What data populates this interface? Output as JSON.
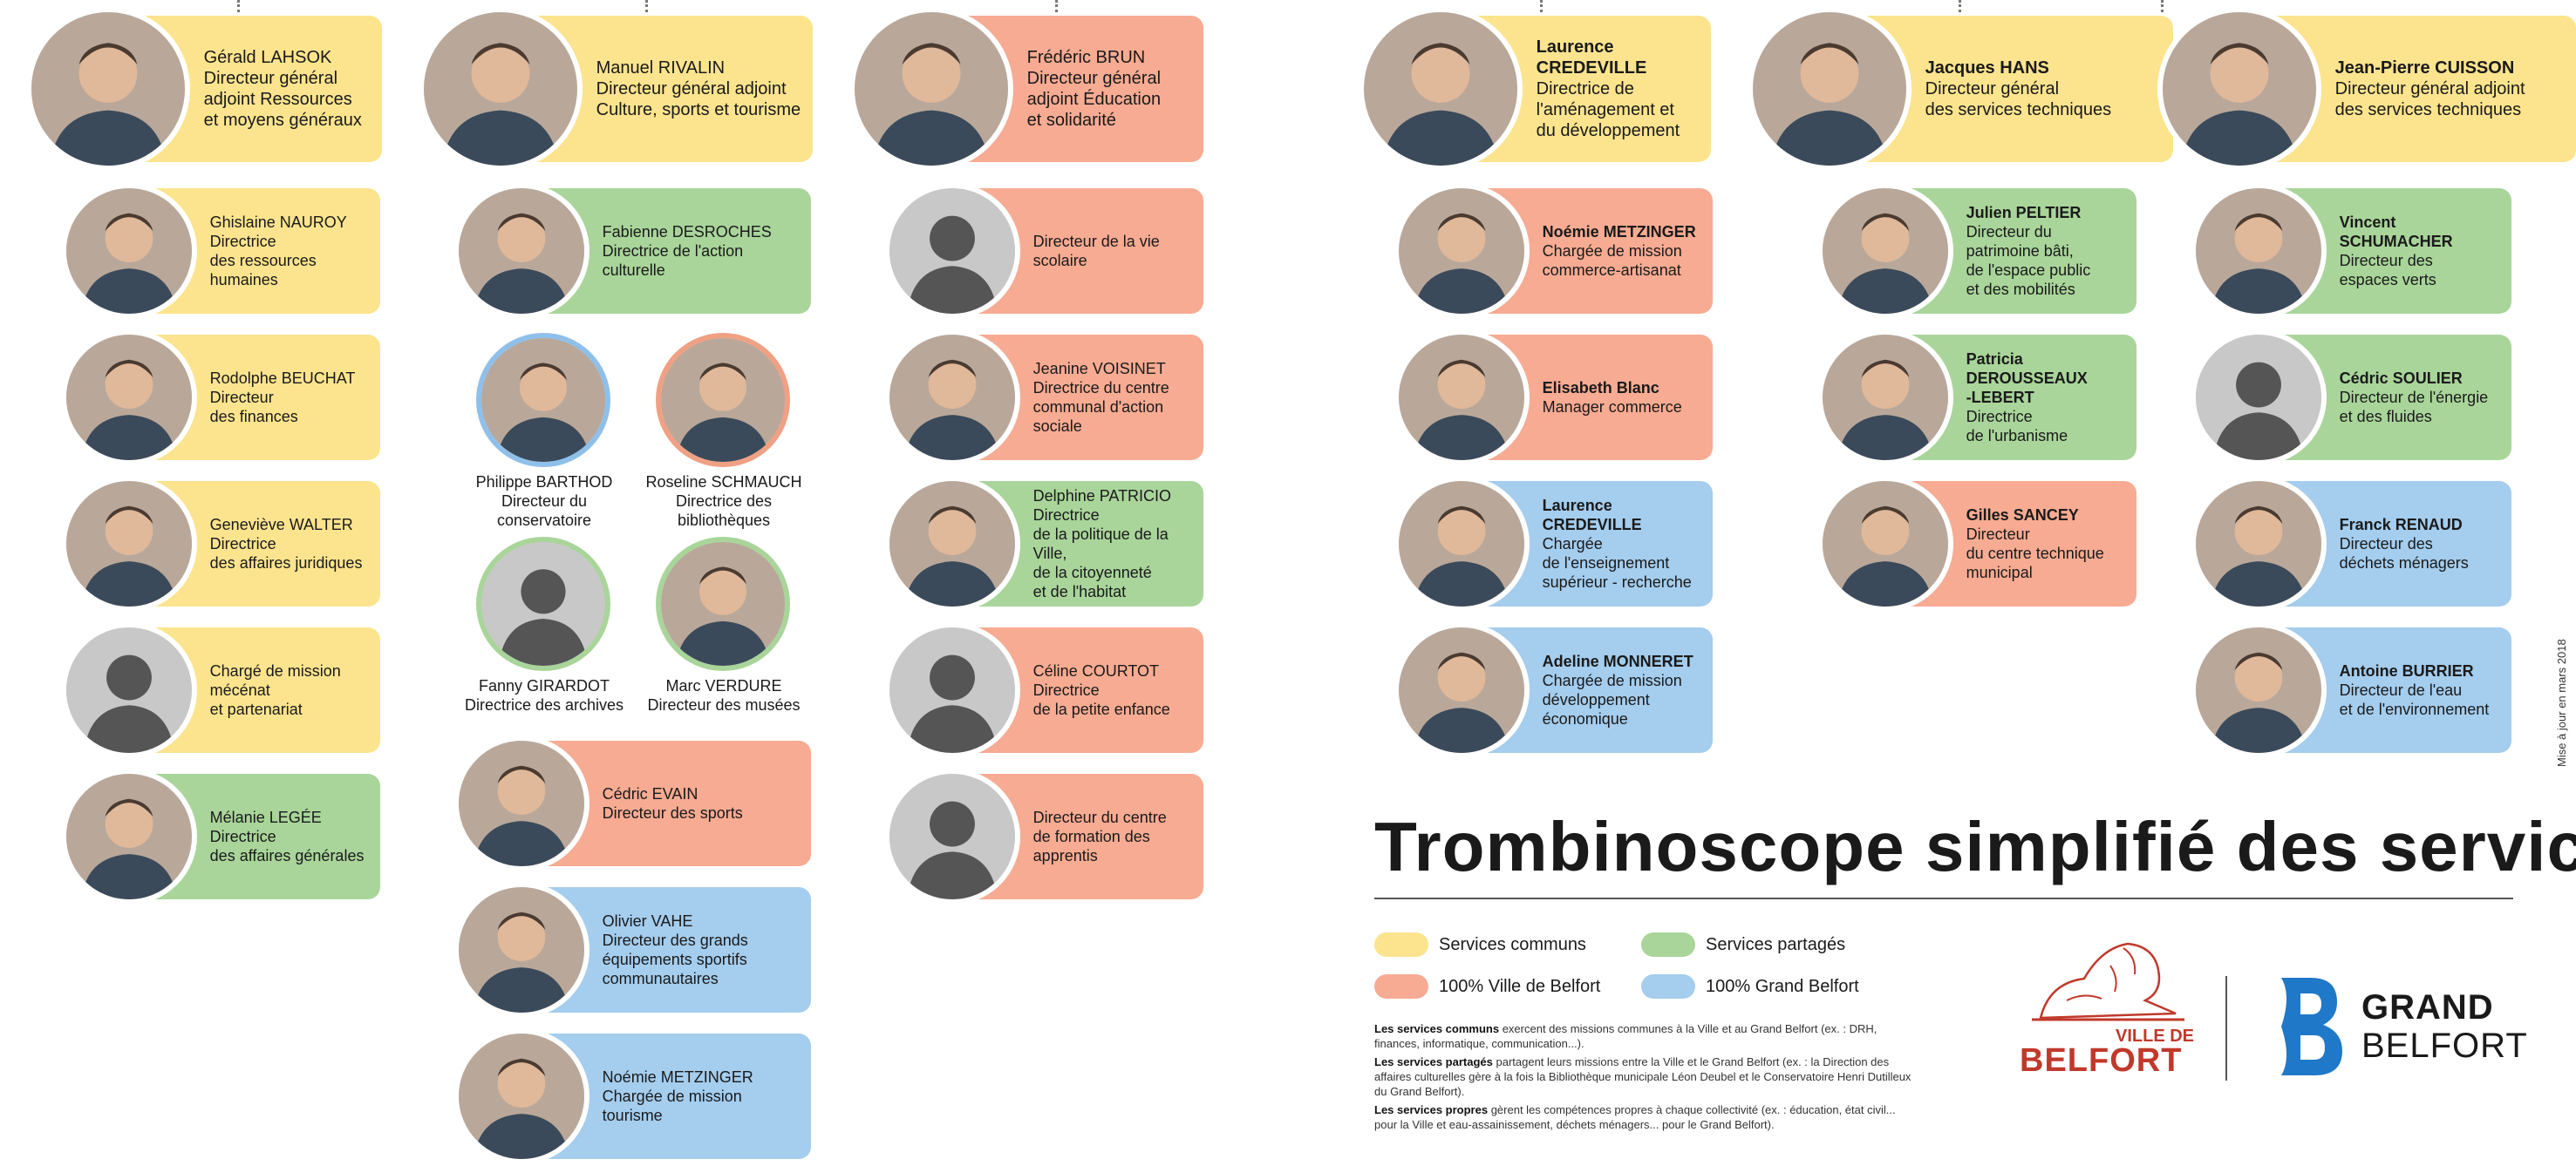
{
  "colors": {
    "communs": "#fce48e",
    "partages": "#a9d59a",
    "ville": "#f7ab92",
    "grand": "#a4cdee"
  },
  "title": "Trombinoscope simplifié des services",
  "legend": [
    {
      "label": "Services communs",
      "color": "#fce48e"
    },
    {
      "label": "Services partagés",
      "color": "#a9d59a"
    },
    {
      "label": "100% Ville de Belfort",
      "color": "#f7ab92"
    },
    {
      "label": "100% Grand Belfort",
      "color": "#a4cdee"
    }
  ],
  "notes": {
    "communs_bold": "Les services communs",
    "communs_text": " exercent des missions communes à la Ville et au Grand Belfort (ex. : DRH, finances, informatique, communication...).",
    "partages_bold": "Les services partagés",
    "partages_text": " partagent leurs missions entre la Ville et le Grand Belfort (ex. : la Direction des affaires culturelles gère à la fois la Bibliothèque municipale Léon Deubel et le Conservatoire Henri Dutilleux du Grand Belfort).",
    "propres_bold": "Les services propres",
    "propres_text": " gèrent les compétences propres à chaque collectivité (ex. : éducation, état civil... pour la Ville et eau-assainissement, déchets ménagers... pour le Grand Belfort)."
  },
  "logos": {
    "ville_top": "VILLE DE",
    "ville_bottom": "BELFORT",
    "grand_top": "GRAND",
    "grand_bottom": "BELFORT"
  },
  "side_note": "Mise à jour en mars 2018",
  "col1": {
    "head": {
      "name": "Gérald LAHSOK",
      "role": "Directeur général\nadjoint Ressources\net moyens généraux"
    },
    "items": [
      {
        "name": "Ghislaine NAUROY",
        "role": "Directrice\ndes ressources\nhumaines"
      },
      {
        "name": "Rodolphe BEUCHAT",
        "role": "Directeur\ndes finances"
      },
      {
        "name": "Geneviève WALTER",
        "role": "Directrice\ndes affaires juridiques"
      },
      {
        "name": "",
        "role": "Chargé de mission\nmécénat\net partenariat"
      },
      {
        "name": "Mélanie LEGÉE",
        "role": "Directrice\ndes affaires générales"
      }
    ]
  },
  "col2": {
    "head": {
      "name": "Manuel RIVALIN",
      "role": "Directeur général adjoint\nCulture, sports et tourisme"
    },
    "items": [
      {
        "name": "Fabienne DESROCHES",
        "role": "Directrice de l'action\nculturelle"
      },
      {
        "name": "Cédric EVAIN",
        "role": "Directeur des sports"
      },
      {
        "name": "Olivier VAHE",
        "role": "Directeur des grands\néquipements sportifs\ncommunautaires"
      },
      {
        "name": "Noémie METZINGER",
        "role": "Chargée de mission\ntourisme"
      }
    ],
    "minis": [
      {
        "name": "Philippe BARTHOD",
        "role": "Directeur du\nconservatoire"
      },
      {
        "name": "Roseline SCHMAUCH",
        "role": "Directrice des\nbibliothèques"
      },
      {
        "name": "Fanny GIRARDOT",
        "role": "Directrice des archives"
      },
      {
        "name": "Marc VERDURE",
        "role": "Directeur des musées"
      }
    ]
  },
  "col3": {
    "head": {
      "name": "Frédéric BRUN",
      "role": "Directeur général\nadjoint Éducation\net solidarité"
    },
    "items": [
      {
        "name": "",
        "role": "Directeur de la vie\nscolaire"
      },
      {
        "name": "Jeanine VOISINET",
        "role": "Directrice du centre\ncommunal d'action\nsociale"
      },
      {
        "name": "Delphine PATRICIO",
        "role": "Directrice\nde la politique de la Ville,\nde la citoyenneté\net de l'habitat"
      },
      {
        "name": "Céline COURTOT",
        "role": "Directrice\nde la petite enfance"
      },
      {
        "name": "",
        "role": "Directeur du centre\nde formation des\napprentis"
      }
    ]
  },
  "col4": {
    "head": {
      "name": "Laurence\nCREDEVILLE",
      "role": "Directrice de\nl'aménagement et\ndu développement"
    },
    "items": [
      {
        "name": "Noémie METZINGER",
        "role": "Chargée de mission\ncommerce-artisanat"
      },
      {
        "name": "Elisabeth Blanc",
        "role": "Manager commerce"
      },
      {
        "name": "Laurence CREDEVILLE",
        "role": "Chargée\nde l'enseignement\nsupérieur - recherche"
      },
      {
        "name": "Adeline MONNERET",
        "role": "Chargée de mission\ndéveloppement\néconomique"
      }
    ]
  },
  "col5": {
    "head": {
      "name": "Jacques HANS",
      "role": "Directeur général\ndes services techniques"
    },
    "items": [
      {
        "name": "Julien PELTIER",
        "role": "Directeur du\npatrimoine bâti,\nde l'espace public\net des mobilités"
      },
      {
        "name": "Patricia\nDEROUSSEAUX\n-LEBERT",
        "role": "Directrice\nde l'urbanisme"
      },
      {
        "name": "Gilles SANCEY",
        "role": "Directeur\ndu centre technique\nmunicipal"
      }
    ]
  },
  "col6": {
    "head": {
      "name": "Jean-Pierre CUISSON",
      "role": "Directeur général adjoint\ndes services techniques"
    },
    "items": [
      {
        "name": "Vincent\nSCHUMACHER",
        "role": "Directeur des\nespaces verts"
      },
      {
        "name": "Cédric SOULIER",
        "role": "Directeur de l'énergie\net des fluides"
      },
      {
        "name": "Franck RENAUD",
        "role": "Directeur des\ndéchets ménagers"
      },
      {
        "name": "Antoine BURRIER",
        "role": "Directeur de l'eau\net de l'environnement"
      }
    ]
  }
}
